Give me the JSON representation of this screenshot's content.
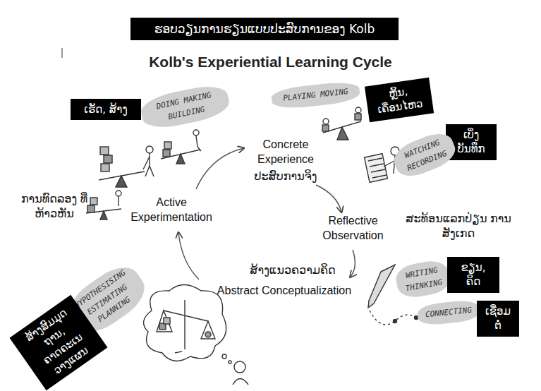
{
  "diagram": {
    "title": "Kolb's Experiential Learning Cycle",
    "nodes": [
      {
        "text": [
          "ຮອບວຽນການຮຽນແບບປະສົບການຂອງ Kolb"
        ]
      },
      {
        "text": [
          "ເຮັດ, ສ້າງ"
        ]
      },
      {
        "text": [
          "DOING MAKING BUILDING"
        ]
      },
      {
        "text": [
          "PLAYING MOVING"
        ]
      },
      {
        "text": [
          "ຫຼິ້ນ, ເຄື່ອນໄຫວ"
        ]
      },
      {
        "text": [
          "ເບິ່ງ ບັນທຶກ"
        ]
      },
      {
        "text": [
          "WATCHING RECORDING"
        ]
      },
      {
        "text": [
          "WRITING THINKING"
        ]
      },
      {
        "text": [
          "ຂຽນ, ຄິດ"
        ]
      },
      {
        "text": [
          "CONNECTING"
        ]
      },
      {
        "text": [
          "ເຊື່ອມຕໍ່"
        ]
      },
      {
        "text": [
          "HYPOTHESISING ESTIMATING PLANNING"
        ]
      },
      {
        "text": [
          "ສ້າງສົມມຸດຖານ, ຄາດຄະເນ ວາງແຜນ"
        ]
      }
    ],
    "labels": [
      "Concrete Experience",
      "ປະສົບການຈິງ",
      "Reflective Observation",
      "ສະທ້ອນແລກປ່ຽນ ການສັງເກດ",
      "ສ້າງແນວຄວາມຄິດ",
      "Abstract Conceptualization",
      "Active Experimentation",
      "ການທົດລອງ ທີ່ຫ້າວຫັນ"
    ]
  }
}
